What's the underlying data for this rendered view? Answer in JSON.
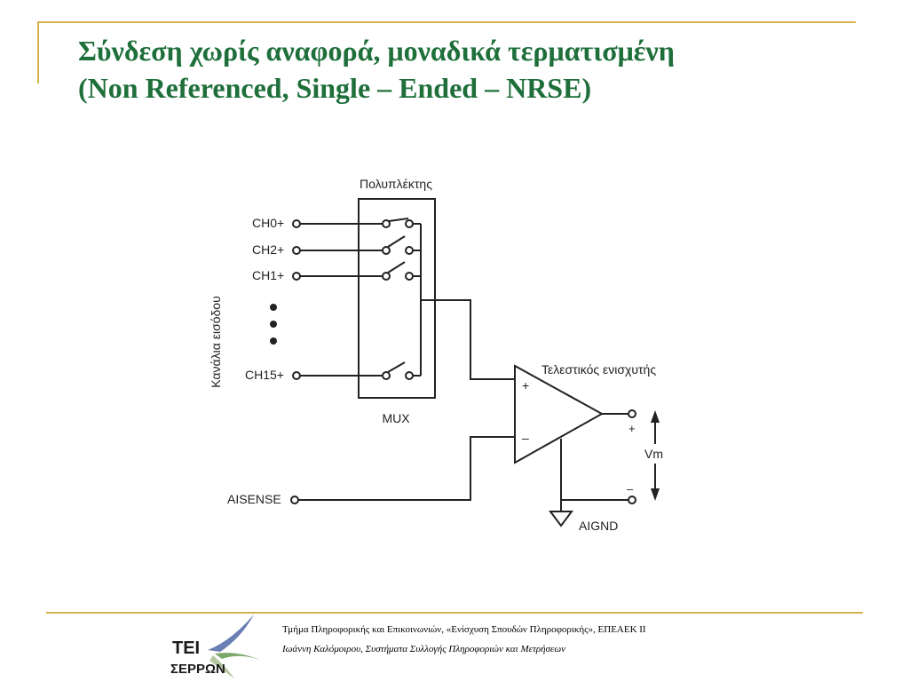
{
  "slide": {
    "title_line1": "Σύνδεση χωρίς αναφορά, μοναδικά τερματισμένη",
    "title_line2": "(Non Referenced, Single – Ended – NRSE)"
  },
  "diagram": {
    "mux_label": "Πολυπλέκτης",
    "mux_short": "MUX",
    "channels_label": "Κανάλια εισόδου",
    "channels": [
      "CH0+",
      "CH2+",
      "CH1+",
      "CH15+"
    ],
    "amp_label": "Τελεστικός ενισχυτής",
    "plus_sign": "+",
    "minus_sign": "–",
    "out_plus": "+",
    "out_minus": "–",
    "vm_label": "Vm",
    "aisense_label": "AISENSE",
    "aignd_label": "AIGND"
  },
  "footer": {
    "line1": "Τμήμα Πληροφορικής και Επικοινωνιών, «Ενίσχυση Σπουδών Πληροφορικής», ΕΠΕΑΕΚ ΙΙ",
    "line2": "Ιωάννη Καλόμοιρου, Συστήματα Συλλογής Πληροφοριών και Μετρήσεων",
    "logo_text_top": "ΤΕΙ",
    "logo_text_bottom": "ΣΕΡΡΩΝ"
  }
}
